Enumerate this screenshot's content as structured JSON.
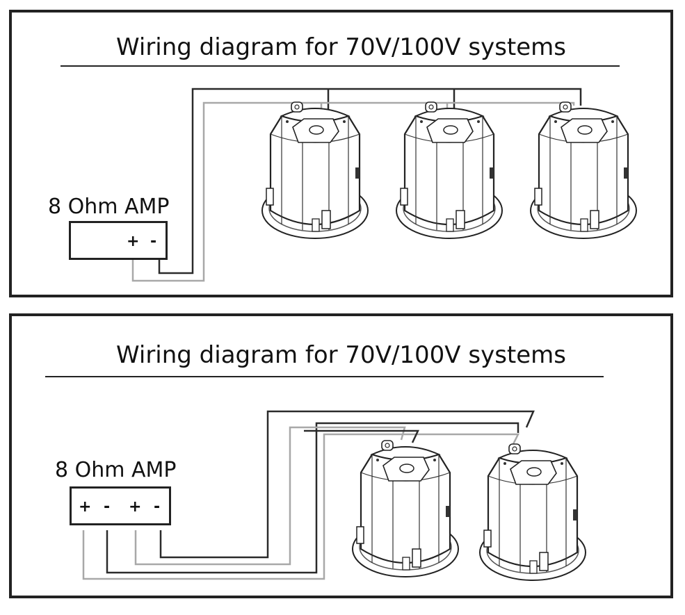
{
  "colors": {
    "positive_wire": "#a8a8a8",
    "negative_wire": "#2a2a2a",
    "border": "#222222"
  },
  "diagrams": [
    {
      "title": "Wiring diagram for 70V/100V systems",
      "amp_label": "8 Ohm AMP",
      "terminals": [
        "+",
        "-"
      ],
      "speaker_count": 3
    },
    {
      "title": "Wiring diagram for 70V/100V systems",
      "amp_label": "8 Ohm AMP",
      "terminals": [
        "+",
        "-",
        "+",
        "-"
      ],
      "speaker_count": 2
    }
  ],
  "icons": {
    "speaker": "ceiling-speaker-icon"
  }
}
